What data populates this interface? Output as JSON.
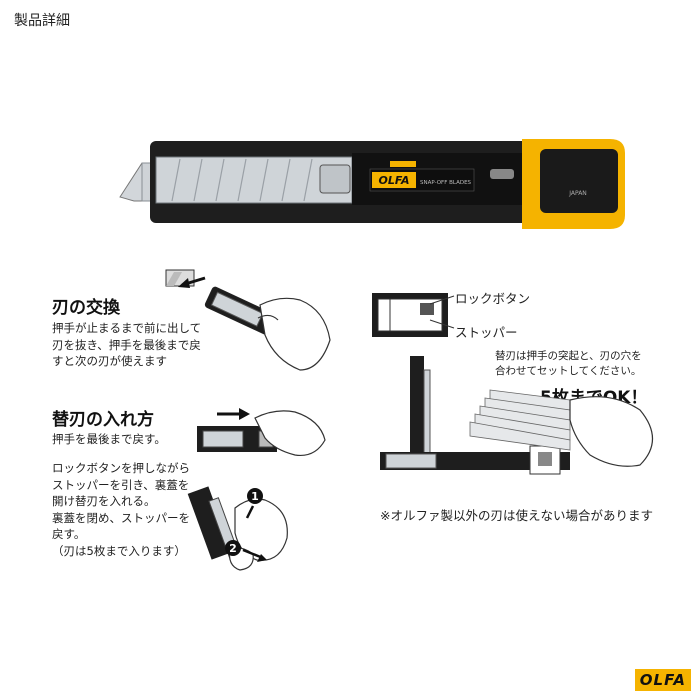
{
  "header": {
    "title": "製品詳細"
  },
  "product": {
    "brand_logo": "OLFA",
    "plate_text": "SNAP-OFF BLADES",
    "origin": "JAPAN",
    "colors": {
      "body": "#1e1e1e",
      "accent": "#f5b300",
      "blade": "#c9ced3"
    }
  },
  "section_replace": {
    "title": "刃の交換",
    "body": [
      "押手が止まるまで前に出して",
      "刃を抜き、押手を最後まで戻",
      "すと次の刃が使えます"
    ]
  },
  "section_refill": {
    "title": "替刃の入れ方",
    "step_return": "押手を最後まで戻す。",
    "body": [
      "ロックボタンを押しながら",
      "ストッパーを引き、裏蓋を",
      "開け替刃を入れる。",
      "裏蓋を閉め、ストッパーを",
      "戻す。",
      "（刃は5枚まで入ります）"
    ],
    "markers": [
      "1",
      "2"
    ]
  },
  "diagram": {
    "label_lock": "ロックボタン",
    "label_stopper": "ストッパー",
    "note": [
      "替刃は押手の突起と、刃の穴を",
      "合わせてセットしてください。"
    ],
    "ok_text": "5枚までOK！",
    "warning": "※オルファ製以外の刃は使えない場合があります"
  },
  "footer": {
    "logo": "OLFA"
  }
}
